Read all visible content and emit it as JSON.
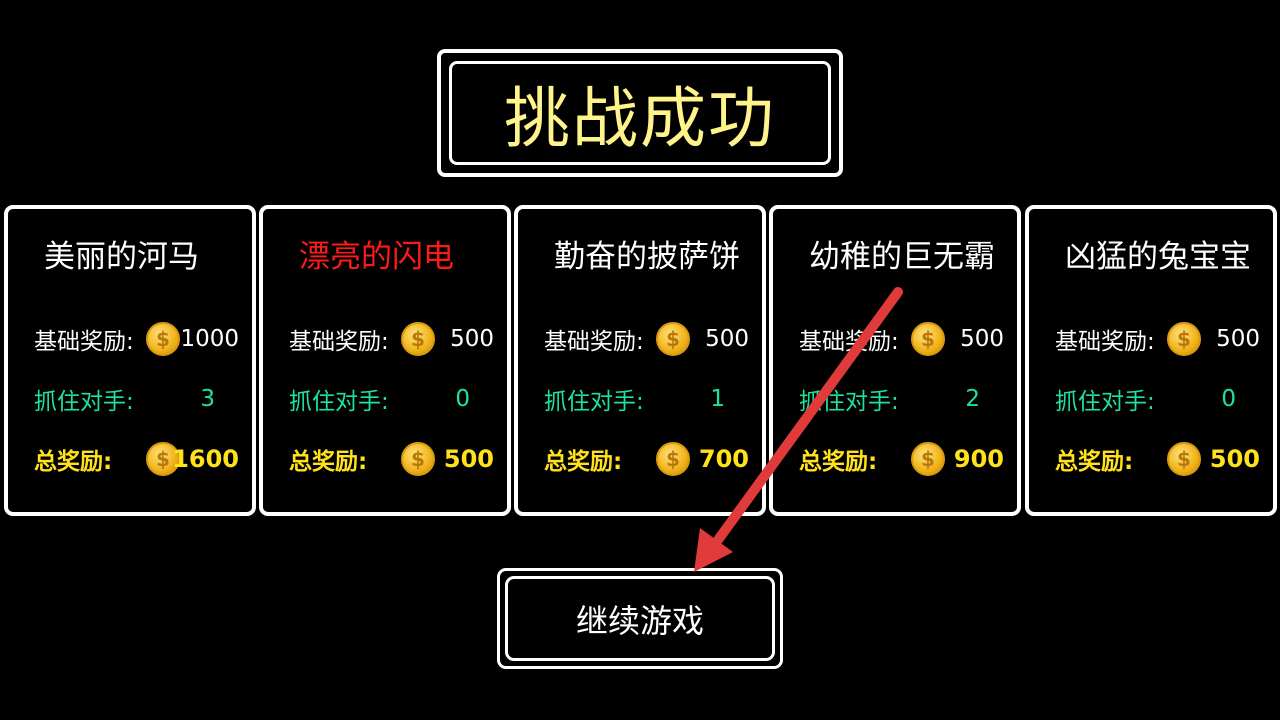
{
  "title": "挑战成功",
  "labels": {
    "base": "基础奖励:",
    "caught": "抓住对手:",
    "total": "总奖励:"
  },
  "coin_icon": "$",
  "players": [
    {
      "name": "美丽的河马",
      "name_color": "#ffffff",
      "base": "1000",
      "caught": "3",
      "total": "1600"
    },
    {
      "name": "漂亮的闪电",
      "name_color": "#ff1a1a",
      "base": "500",
      "caught": "0",
      "total": "500"
    },
    {
      "name": "勤奋的披萨饼",
      "name_color": "#ffffff",
      "base": "500",
      "caught": "1",
      "total": "700"
    },
    {
      "name": "幼稚的巨无霸",
      "name_color": "#ffffff",
      "base": "500",
      "caught": "2",
      "total": "900"
    },
    {
      "name": "凶猛的兔宝宝",
      "name_color": "#ffffff",
      "base": "500",
      "caught": "0",
      "total": "500"
    }
  ],
  "continue_label": "继续游戏",
  "colors": {
    "title": "#fff48a",
    "caught": "#1ee39a",
    "total": "#ffe21a",
    "arrow": "#e03a3a"
  }
}
